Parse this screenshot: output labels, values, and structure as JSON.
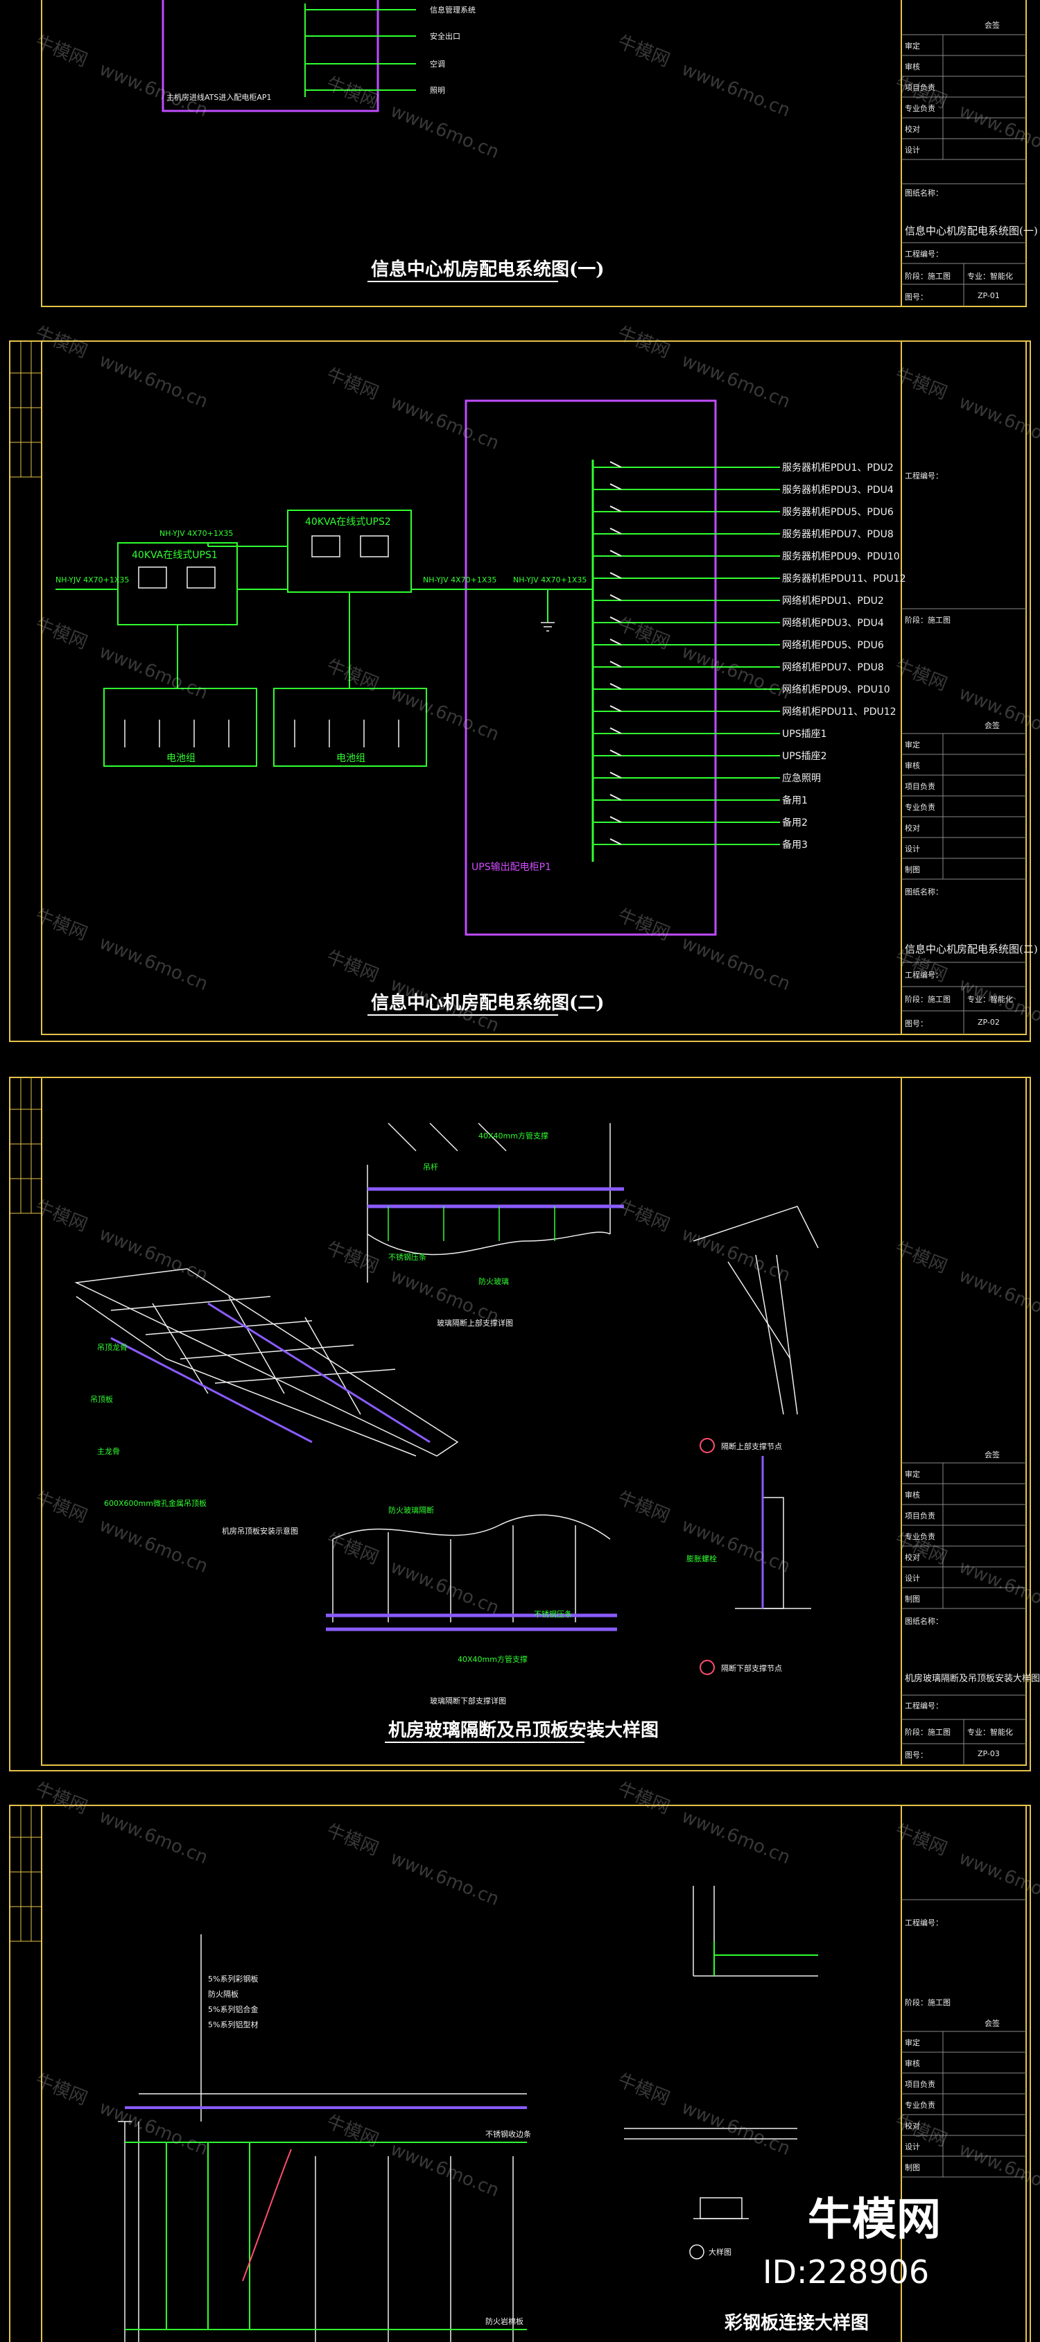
{
  "watermark": {
    "brand": "牛模网",
    "site": "www.6mo.cn"
  },
  "logo": {
    "name": "牛模网",
    "id": "ID:228906"
  },
  "title_block": {
    "header": "会签",
    "rows": [
      "审定",
      "审核",
      "项目负责",
      "专业负责",
      "校对",
      "设计",
      "制图"
    ],
    "drawing_name_label": "图纸名称：",
    "project_no_label": "工程编号：",
    "phase_label": "阶段：施工图",
    "discipline_label": "专业：智能化",
    "sheet_no_label": "图号："
  },
  "sheet1": {
    "title": "信息中心机房配电系统图(一)",
    "tb_name": "信息中心机房配电系统图(一)",
    "sheet_no": "ZP-01",
    "labels": [
      "信息管理系统",
      "安全出口",
      "空调",
      "照明",
      "主机房进线ATS进入配电柜AP1"
    ]
  },
  "sheet2": {
    "title": "信息中心机房配电系统图(二)",
    "tb_name": "信息中心机房配电系统图(二)",
    "sheet_no": "ZP-02",
    "ups1": "40KVA在线式UPS1",
    "ups2": "40KVA在线式UPS2",
    "battery1": "电池组",
    "battery2": "电池组",
    "panel": "UPS输出配电柜P1",
    "feed_left": "NH-YJV 4X70+1X35",
    "feed_in": "NH-YJV 4X70+1X35",
    "feed_mid": "NH-YJV 4X70+1X35",
    "feed_out": "NH-YJV 4X70+1X35",
    "circuits": [
      "服务器机柜PDU1、PDU2",
      "服务器机柜PDU3、PDU4",
      "服务器机柜PDU5、PDU6",
      "服务器机柜PDU7、PDU8",
      "服务器机柜PDU9、PDU10",
      "服务器机柜PDU11、PDU12",
      "网络机柜PDU1、PDU2",
      "网络机柜PDU3、PDU4",
      "网络机柜PDU5、PDU6",
      "网络机柜PDU7、PDU8",
      "网络机柜PDU9、PDU10",
      "网络机柜PDU11、PDU12",
      "UPS插座1",
      "UPS插座2",
      "应急照明",
      "备用1",
      "备用2",
      "备用3"
    ]
  },
  "sheet3": {
    "title": "机房玻璃隔断及吊顶板安装大样图",
    "tb_name": "机房玻璃隔断及吊顶板安装大样图",
    "sheet_no": "ZP-03",
    "upper_label": "玻璃隔断上部支撑详图",
    "lower_label": "玻璃隔断下部支撑详图",
    "side_label": "隔断下部支撑节点",
    "side_label2": "隔断上部支撑节点",
    "labels": [
      "吊杆",
      "40X40mm方管支撑",
      "不锈钢压条",
      "防火玻璃",
      "吊顶龙骨",
      "吊顶板",
      "主龙骨",
      "600X600mm微孔金属吊顶板",
      "机房吊顶板安装示意图",
      "防火玻璃隔断",
      "不锈钢压条",
      "40X40mm方管支撑",
      "膨胀螺栓"
    ]
  },
  "sheet4": {
    "title": "彩钢板连接大样图",
    "right_label": "大样图",
    "labels": [
      "5%系列彩钢板",
      "防火隔板",
      "5%系列铝合金",
      "5%系列铝型材",
      "不锈钢收边条",
      "防火岩棉板"
    ]
  }
}
